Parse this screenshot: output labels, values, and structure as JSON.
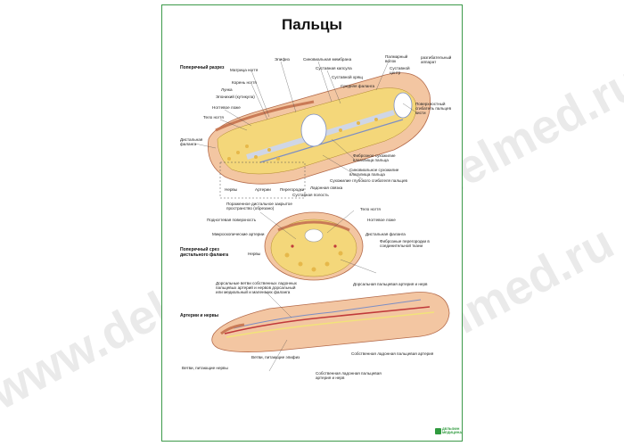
{
  "poster": {
    "title": "Пальцы",
    "sections": {
      "cross_section": "Поперечный разрез",
      "transverse_section": "Поперечный срез дистального фаланга",
      "arteries": "Артерии и нервы"
    },
    "labels": {
      "nail_matrix": "Матрица ногтя",
      "epiphysis": "Эпифиз",
      "synovial_membrane": "Синовиальная мембрана",
      "articular_capsule": "Суставная капсула",
      "nail_root": "Корень ногтя",
      "lunula": "Лунка",
      "eponychium": "Эпонихий (кутикула)",
      "nail_bed": "Ногтевое ложе",
      "nail_body": "Тело ногтя",
      "distal_phalanx": "Дистальная фаланга",
      "palmar_plate": "Палмарный волок",
      "articular_cartilage": "Суставной хрящ",
      "middle_phalanx": "Средняя фаланга",
      "extensor_apparatus": "разгибательный аппарат",
      "articular_center": "Суставной центр",
      "flexor_surface": "Поверхностный сгибатель пальцев кисти",
      "fibrous_sheath": "Фиброзное сухожилие влагалища пальца",
      "synovial_sheath": "Синовиальное сухожилие влагалища пальца",
      "deep_flexor_tendon": "Сухожилие глубокого сгибателя пальцев",
      "tendon_sheath": "Сухожилие глубокого сгибателя пальцев",
      "palmar_ligament": "Ладонная связка",
      "joint_cavity": "Суставная полость",
      "nerves": "Нервы",
      "arteries": "Артерии",
      "septa": "Перегородки",
      "closed_space": "Пораженное дистальное закрытое пространство (обрезано)",
      "subungual_surface": "Подногтевая поверхность",
      "nail_body_2": "Тело ногтя",
      "nail_bed_2": "Ногтевое ложе",
      "microscopic_arteries": "Микроскопические артерии",
      "distal_phalanx_2": "Дистальная фаланга",
      "nerves_2": "Нервы",
      "fibrous_septa": "Фиброзные перегородки в соединительной ткани",
      "dorsal_branches": "Дорсальные ветви собственных ладонных пальцевых артерий и нервов дорсальный или медиальный и маленьких фаланга",
      "dorsal_digital": "Дорсальная пальцевая артерия и нерв",
      "epiphysis_branches": "Ветви, питающие эпифиз",
      "nerve_branches": "Ветви, питающие нервы",
      "proper_palmar": "Собственная ладонная пальцевая артерия",
      "proper_palmar_nerve": "Собственная ладонная пальцевая артерия и нерв"
    },
    "logo": {
      "line1": "ДЕЛЬФИН",
      "line2": "МЕДИЦИНА"
    },
    "watermark": "www.delmed.ru"
  },
  "colors": {
    "border": "#3d9a4a",
    "skin": "#f3c6a2",
    "skin_dark": "#c97a56",
    "bone": "#f4d77a",
    "nerve": "#f2e37a",
    "artery": "#c0393a",
    "tendon": "#cfd6e6",
    "vein": "#7c8ec4"
  }
}
